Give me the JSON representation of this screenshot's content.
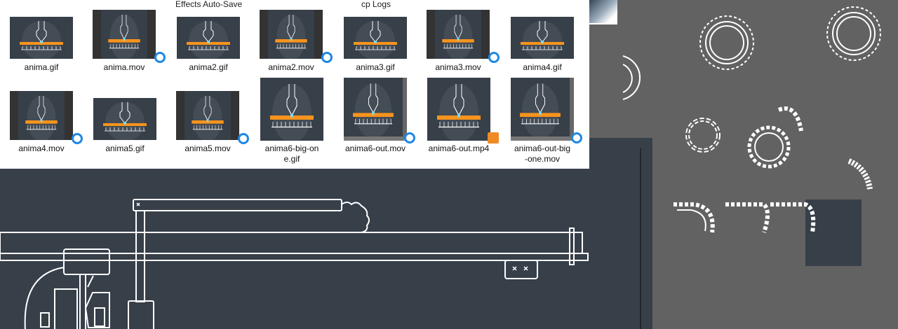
{
  "explorer": {
    "top_labels": [
      "Effects Auto-Save",
      "cp Logs"
    ],
    "files": [
      {
        "name": "anima.gif",
        "type": "gif"
      },
      {
        "name": "anima.mov",
        "type": "mov"
      },
      {
        "name": "anima2.gif",
        "type": "gif"
      },
      {
        "name": "anima2.mov",
        "type": "mov"
      },
      {
        "name": "anima3.gif",
        "type": "gif"
      },
      {
        "name": "anima3.mov",
        "type": "mov"
      },
      {
        "name": "anima4.gif",
        "type": "gif"
      },
      {
        "name": "anima4.mov",
        "type": "mov"
      },
      {
        "name": "anima5.gif",
        "type": "gif"
      },
      {
        "name": "anima5.mov",
        "type": "mov"
      },
      {
        "name": "anima6-big-one.gif",
        "type": "gif"
      },
      {
        "name": "anima6-out.mov",
        "type": "mov"
      },
      {
        "name": "anima6-out.mp4",
        "type": "mp4"
      },
      {
        "name": "anima6-out-big-one.mov",
        "type": "mov"
      }
    ]
  },
  "colors": {
    "canvas_dark": "#373f49",
    "canvas_gray": "#626262",
    "accent_orange": "#f7941d",
    "quicktime_blue": "#1e88e5",
    "stroke": "#ffffff"
  },
  "icons": {
    "mov": "quicktime-icon",
    "mp4": "media-player-icon"
  }
}
